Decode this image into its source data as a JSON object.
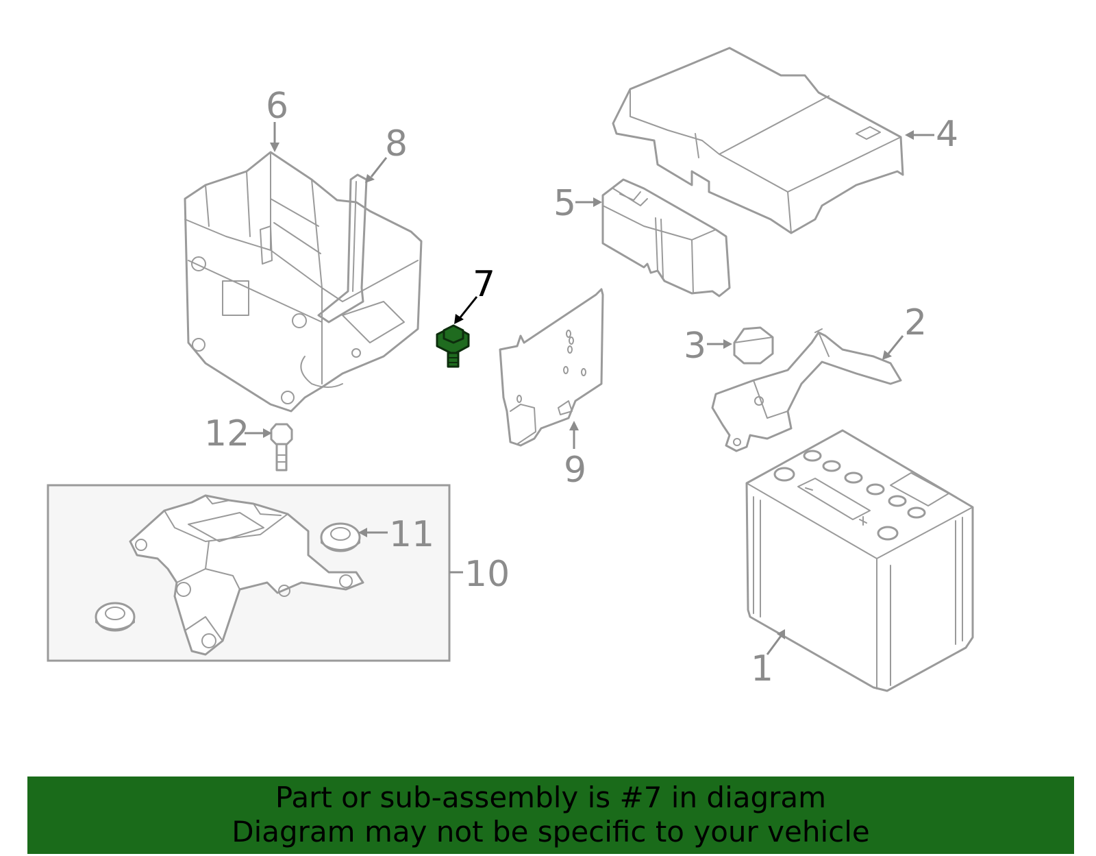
{
  "diagram": {
    "callouts": {
      "c1": "1",
      "c2": "2",
      "c3": "3",
      "c4": "4",
      "c5": "5",
      "c6": "6",
      "c7": "7",
      "c8": "8",
      "c9": "9",
      "c10": "10",
      "c11": "11",
      "c12": "12"
    },
    "selected_callout": "7",
    "highlight_color": "#1f6b1f"
  },
  "banner": {
    "line1": "Part or sub-assembly is #7 in diagram",
    "line2": "Diagram may not be specific to your vehicle",
    "background": "#1a6b1a"
  }
}
